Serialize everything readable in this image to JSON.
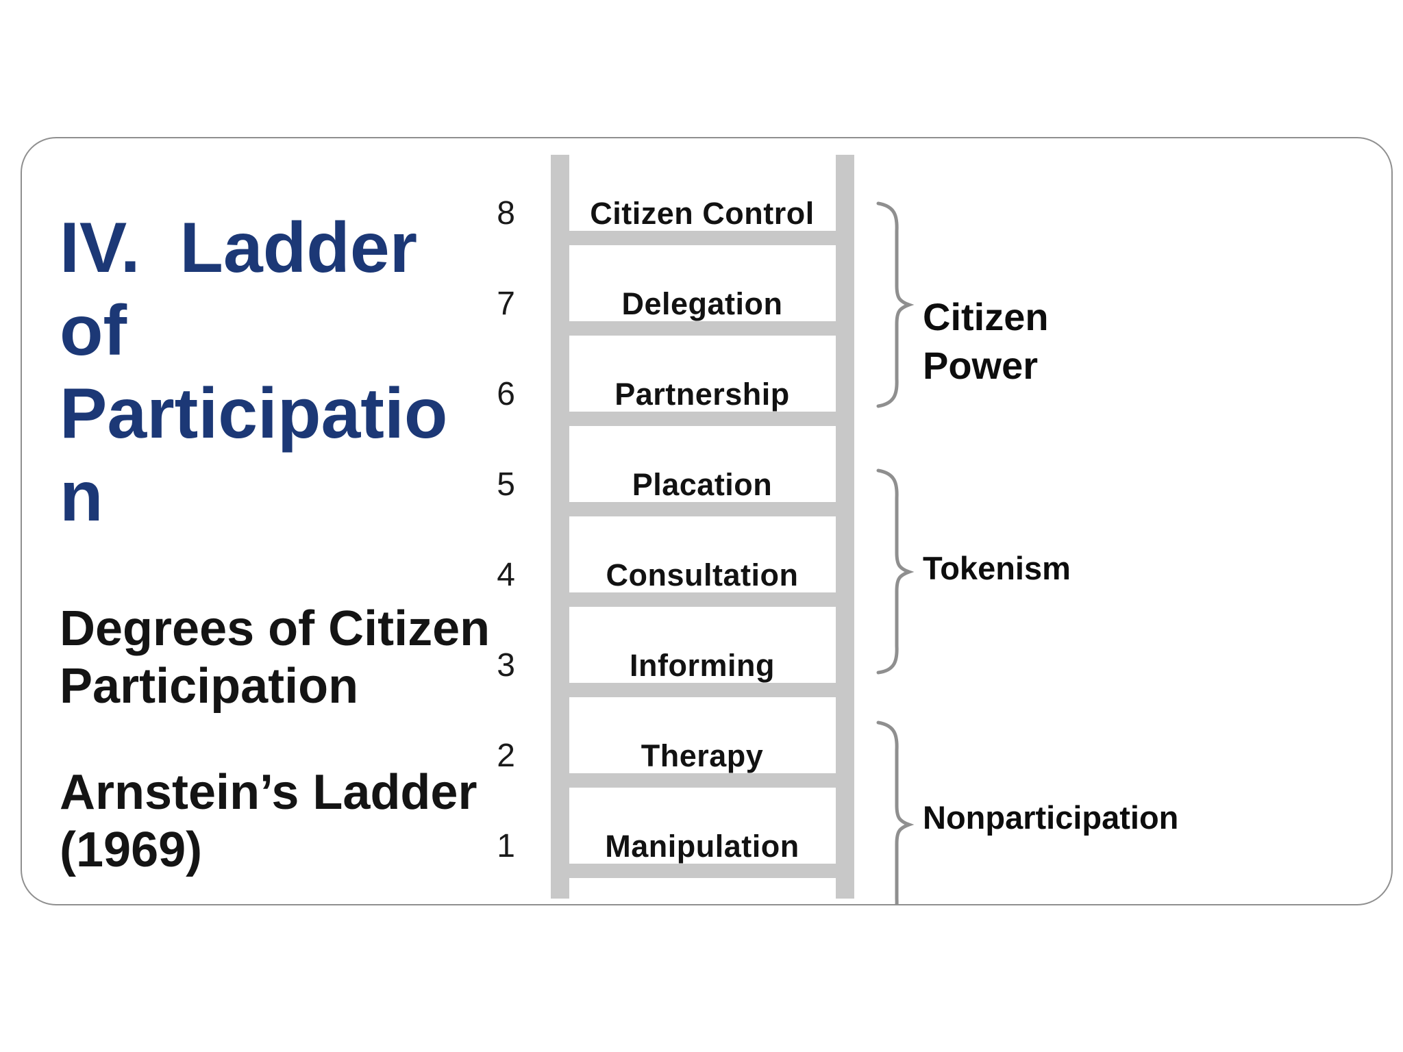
{
  "slide": {
    "title": "IV.  Ladder\nof\nParticipatio\nn",
    "subtitle": "Degrees of Citizen\nParticipation",
    "attribution": "Arnstein’s Ladder\n(1969)"
  },
  "ladder": {
    "rungs": [
      {
        "number": "8",
        "label": "Citizen Control"
      },
      {
        "number": "7",
        "label": "Delegation"
      },
      {
        "number": "6",
        "label": "Partnership"
      },
      {
        "number": "5",
        "label": "Placation"
      },
      {
        "number": "4",
        "label": "Consultation"
      },
      {
        "number": "3",
        "label": "Informing"
      },
      {
        "number": "2",
        "label": "Therapy"
      },
      {
        "number": "1",
        "label": "Manipulation"
      }
    ]
  },
  "groups": [
    {
      "label": "Citizen\nPower"
    },
    {
      "label": "Tokenism"
    },
    {
      "label": "Nonparticipation"
    }
  ],
  "colors": {
    "title_navy": "#1c3876",
    "ladder_gray": "#c8c8c8",
    "brace_gray": "#8f8f8f",
    "text_black": "#141414"
  }
}
